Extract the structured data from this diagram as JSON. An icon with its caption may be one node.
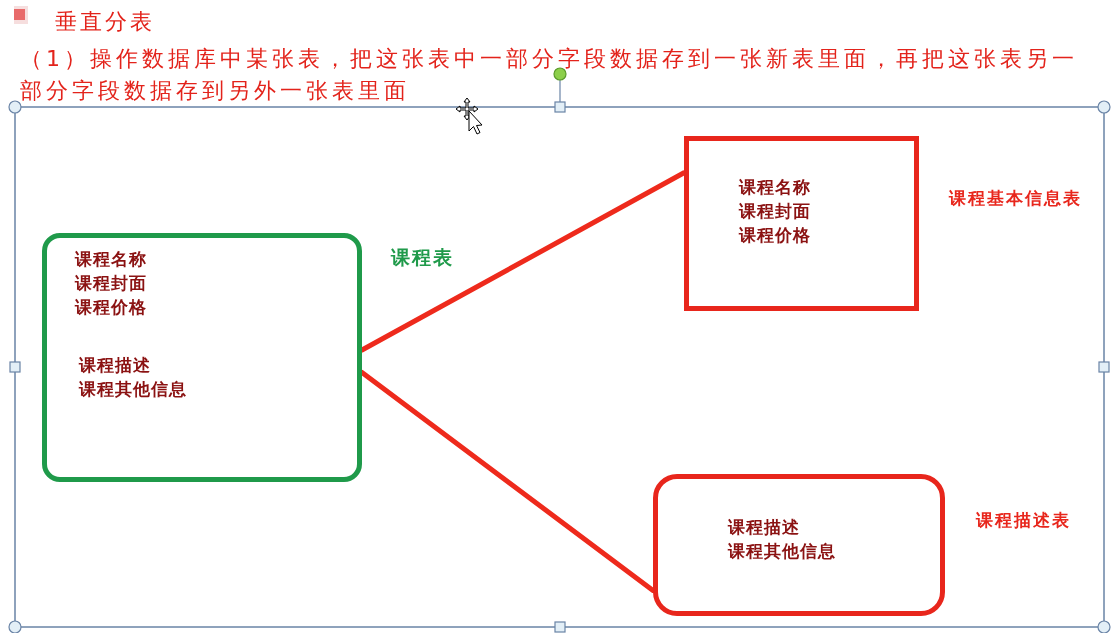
{
  "diagram": {
    "title": "垂直分表",
    "nodes": [
      {
        "text": [
          "课程名称",
          "课程封面",
          "课程价格",
          "课程描述",
          "课程其他信息"
        ],
        "beside": [
          "课程表"
        ]
      },
      {
        "text": [
          "课程名称",
          "课程封面",
          "课程价格"
        ],
        "beside": [
          "课程基本信息表"
        ]
      },
      {
        "text": [
          "课程描述",
          "课程其他信息"
        ],
        "beside": [
          "课程描述表"
        ]
      }
    ],
    "edges": [
      {
        "from": 0,
        "to": 1,
        "arrow": "none"
      },
      {
        "from": 0,
        "to": 2,
        "arrow": "none"
      }
    ],
    "labels": [
      "（1）操作数据库中某张表，把这张表中一部分字段数据存到一张新表里面，再把这张表另一部分字段数据存到另外一张表里面"
    ]
  }
}
